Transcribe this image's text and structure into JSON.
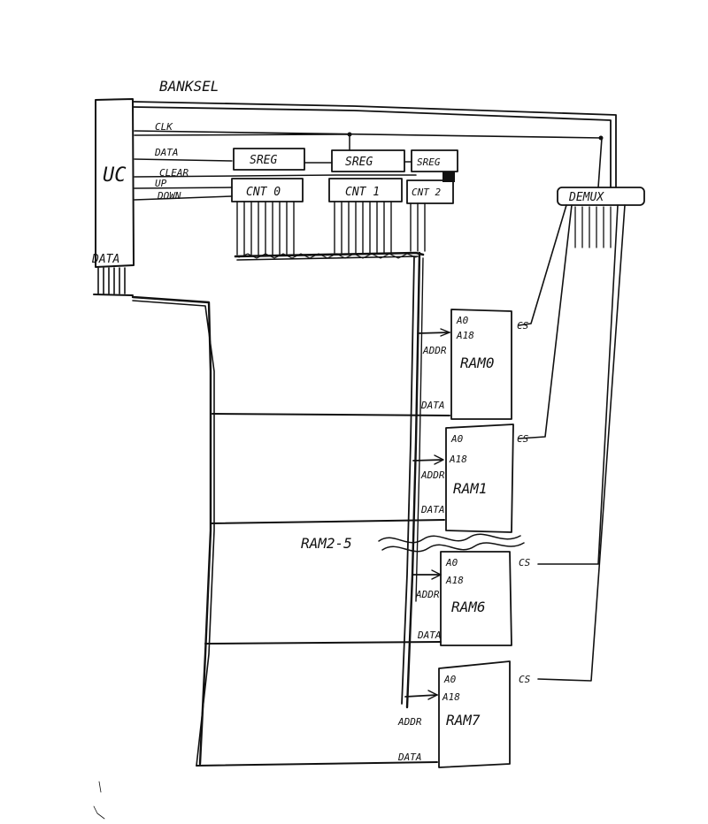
{
  "labels": {
    "banksel": "BANKSEL",
    "uc": "UC",
    "uc_data": "DATA",
    "clk": "CLK",
    "data": "DATA",
    "clear": "CLEAR",
    "up": "UP",
    "down": "DOWN",
    "demux": "DEMUX",
    "ram2_5": "RAM2-5"
  },
  "registers": [
    "SREG",
    "SREG",
    "SREG"
  ],
  "counters": [
    "CNT 0",
    "CNT 1",
    "CNT 2"
  ],
  "rams": [
    {
      "name": "RAM0",
      "a0": "A0",
      "a18": "A18",
      "addr": "ADDR",
      "data": "DATA",
      "cs": "CS"
    },
    {
      "name": "RAM1",
      "a0": "A0",
      "a18": "A18",
      "addr": "ADDR",
      "data": "DATA",
      "cs": "CS"
    },
    {
      "name": "RAM6",
      "a0": "A0",
      "a18": "A18",
      "addr": "ADDR",
      "data": "DATA",
      "cs": "CS"
    },
    {
      "name": "RAM7",
      "a0": "A0",
      "a18": "A18",
      "addr": "ADDR",
      "data": "DATA",
      "cs": "CS"
    }
  ]
}
